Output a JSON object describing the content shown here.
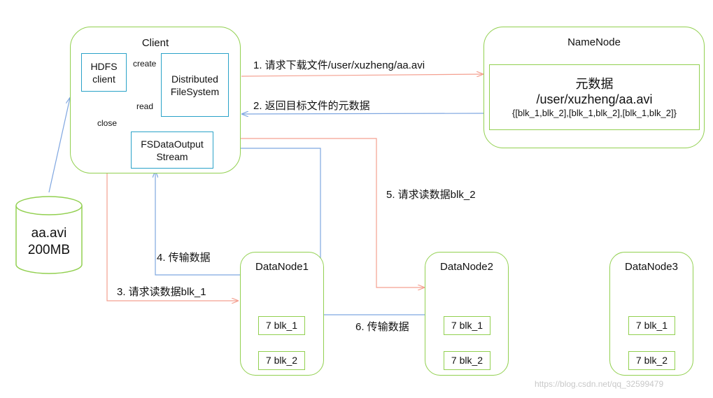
{
  "client": {
    "title": "Client",
    "hdfs_client_line1": "HDFS",
    "hdfs_client_line2": "client",
    "dfs_line1": "Distributed",
    "dfs_line2": "FileSystem",
    "fsdos_line1": "FSDataOutput",
    "fsdos_line2": "Stream",
    "label_create": "create",
    "label_read": "read",
    "label_close": "close"
  },
  "namenode": {
    "title": "NameNode",
    "meta_title": "元数据",
    "meta_path": "/user/xuzheng/aa.avi",
    "meta_blocks": "{[blk_1,blk_2],[blk_1,blk_2],[blk_1,blk_2]}"
  },
  "file": {
    "name": "aa.avi",
    "size": "200MB"
  },
  "datanodes": [
    {
      "title": "DataNode1",
      "blocks": [
        "7 blk_1",
        "7 blk_2"
      ]
    },
    {
      "title": "DataNode2",
      "blocks": [
        "7 blk_1",
        "7 blk_2"
      ]
    },
    {
      "title": "DataNode3",
      "blocks": [
        "7 blk_1",
        "7 blk_2"
      ]
    }
  ],
  "steps": {
    "s1": "1. 请求下载文件/user/xuzheng/aa.avi",
    "s2": "2. 返回目标文件的元数据",
    "s3": "3. 请求读数据blk_1",
    "s4": "4. 传输数据",
    "s5": "5. 请求读数据blk_2",
    "s6": "6. 传输数据"
  },
  "watermark": "https://blog.csdn.net/qq_32599479",
  "colors": {
    "box_border": "#92d050",
    "client_inner_border": "#2aa2c8",
    "request_arrow": "#f4a090",
    "response_arrow": "#7ea6e0"
  }
}
